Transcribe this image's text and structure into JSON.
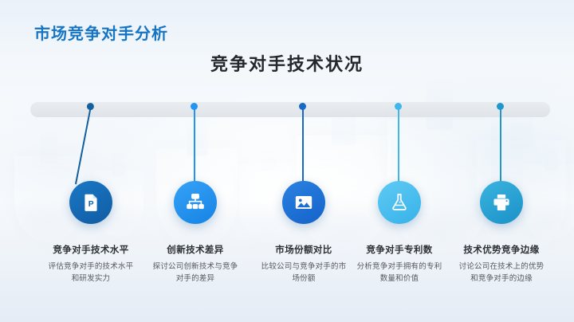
{
  "header": {
    "kicker": "市场竞争对手分析",
    "title": "竞争对手技术状况"
  },
  "colors": {
    "kicker": "#1575c4",
    "title": "#24282d",
    "rail": "#e5e9ed",
    "node1": "#1266b0",
    "node2": "#2091ef",
    "node3": "#1b6fd4",
    "node4": "#48bdee",
    "node5": "#22a0d4"
  },
  "nodes": [
    {
      "icon": "presentation-file-icon",
      "title": "竞争对手技术水平",
      "desc": "评估竞争对手的技术水平和研发实力",
      "color": "#1266b0",
      "dot_color": "#15619f"
    },
    {
      "icon": "sitemap-hierarchy-icon",
      "title": "创新技术差异",
      "desc": "探讨公司创新技术与竞争对手的差异",
      "color": "#2091ef",
      "dot_color": "#2494f2"
    },
    {
      "icon": "image-picture-icon",
      "title": "市场份额对比",
      "desc": "比较公司与竞争对手的市场份额",
      "color": "#1b6fd4",
      "dot_color": "#1669c7"
    },
    {
      "icon": "flask-beaker-icon",
      "title": "竞争对手专利数",
      "desc": "分析竞争对手拥有的专利数量和价值",
      "color": "#48bdee",
      "dot_color": "#3fb6ec"
    },
    {
      "icon": "printer-icon",
      "title": "技术优势竞争边缘",
      "desc": "讨论公司在技术上的优势和竞争对手的边缘",
      "color": "#22a0d4",
      "dot_color": "#1f96cd"
    }
  ]
}
